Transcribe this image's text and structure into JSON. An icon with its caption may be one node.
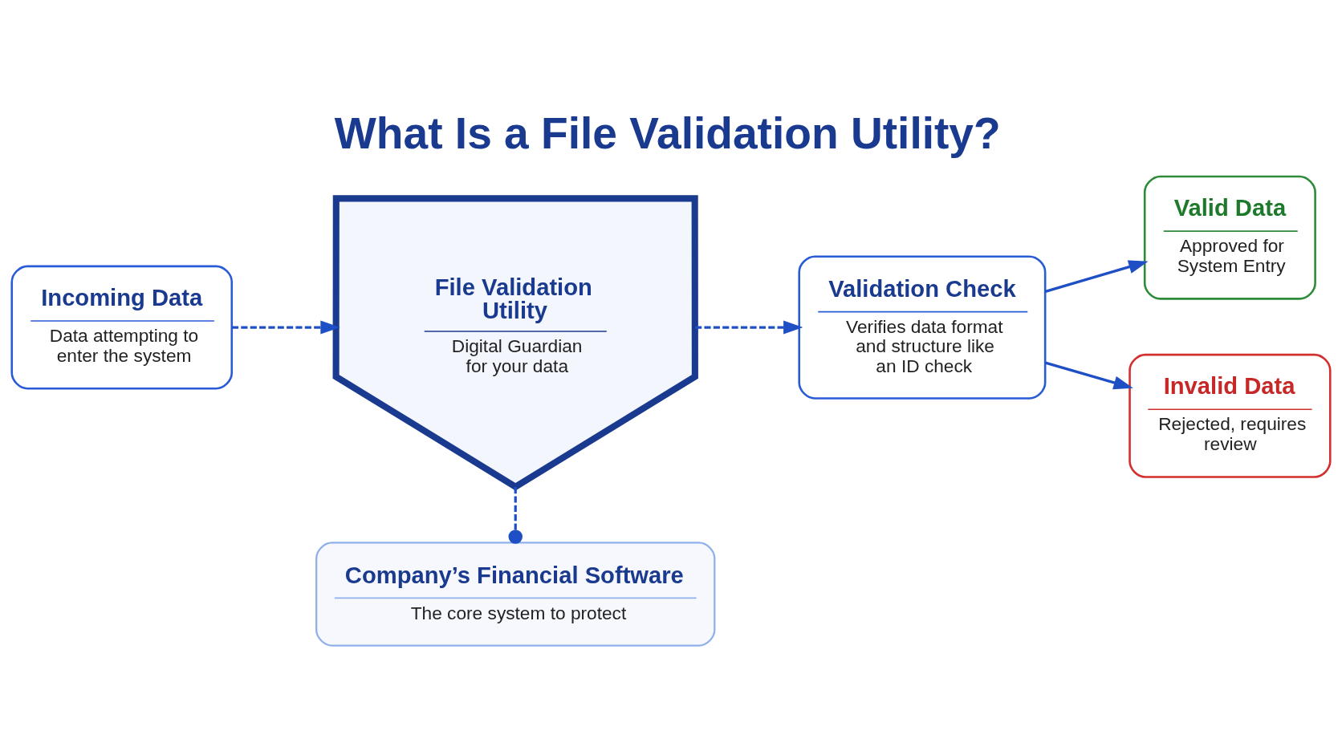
{
  "diagram": {
    "title": "What Is a File Validation Utility?",
    "nodes": [
      {
        "text": [
          "Incoming Data",
          "Data attempting to enter the system"
        ]
      },
      {
        "text": [
          "File Validation Utility",
          "Digital Guardian for your data"
        ]
      },
      {
        "text": [
          "Validation Check",
          "Verifies data format and structure like an ID check"
        ]
      },
      {
        "text": [
          "Valid Data",
          "Approved for System Entry"
        ]
      },
      {
        "text": [
          "Invalid Data",
          "Rejected, requires review"
        ]
      },
      {
        "text": [
          "Company’s Financial Software",
          "The core system to protect"
        ]
      }
    ],
    "edges": [
      {
        "from": 0,
        "to": 1,
        "arrow": "to",
        "style": "dashed"
      },
      {
        "from": 1,
        "to": 2,
        "arrow": "to",
        "style": "dashed"
      },
      {
        "from": 2,
        "to": 3,
        "arrow": "to"
      },
      {
        "from": 2,
        "to": 4,
        "arrow": "to"
      },
      {
        "from": 1,
        "to": 5,
        "arrow": "other",
        "style": "dashed"
      }
    ]
  }
}
